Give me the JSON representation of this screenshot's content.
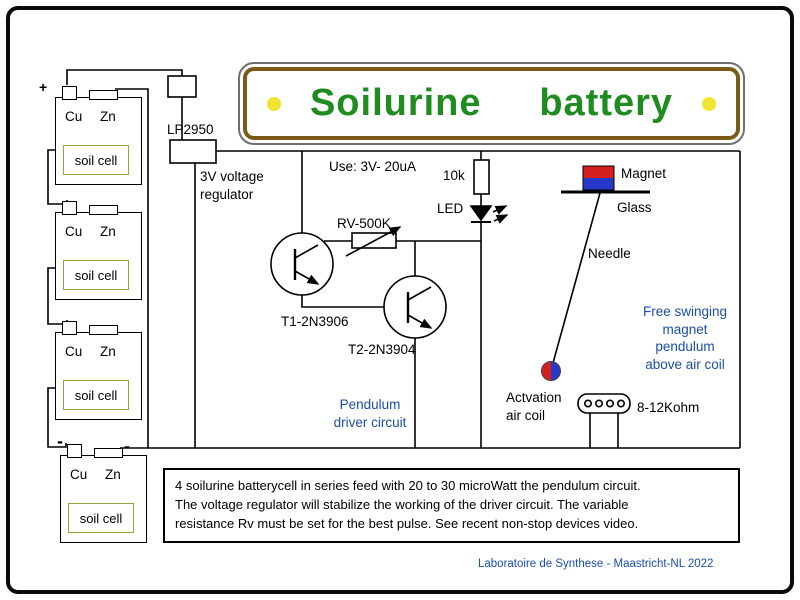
{
  "banner": {
    "title": "Soilurine     battery",
    "dot_icon": "yellow-dot"
  },
  "battery": {
    "plus": "+",
    "minus_left": "-",
    "minus_right": "-",
    "cells": [
      {
        "cu": "Cu",
        "zn": "Zn",
        "label": "soil cell"
      },
      {
        "cu": "Cu",
        "zn": "Zn",
        "label": "soil cell"
      },
      {
        "cu": "Cu",
        "zn": "Zn",
        "label": "soil cell"
      },
      {
        "cu": "Cu",
        "zn": "Zn",
        "label": "soil cell"
      }
    ]
  },
  "regulator": {
    "chip": "LP2950",
    "caption_line1": "3V voltage",
    "caption_line2": "regulator"
  },
  "driver": {
    "use": "Use: 3V- 20uA",
    "r10k": "10k",
    "led": "LED",
    "rv": "RV-500K",
    "t1": "T1-2N3906",
    "t2": "T2-2N3904",
    "caption_line1": "Pendulum",
    "caption_line2": "driver circuit"
  },
  "pendulum": {
    "magnet": "Magnet",
    "glass": "Glass",
    "needle": "Needle",
    "free_lines": [
      "Free swinging",
      "magnet",
      "pendulum",
      "above air coil"
    ],
    "coil_line1": "Actvation",
    "coil_line2": "air coil",
    "coil_value": "8-12Kohm"
  },
  "note": {
    "line1": "4 soilurine batterycell in series feed with 20 to 30 microWatt the pendulum circuit.",
    "line2": "The voltage regulator will stabilize the working of the driver circuit.  The variable",
    "line3": "resistance Rv must be set for the best pulse. See recent non-stop devices video."
  },
  "footer": {
    "credit": "Laboratoire de Synthese - Maastricht-NL 2022"
  },
  "colors": {
    "title_green": "#1f8c1f",
    "dot_yellow": "#f0e431",
    "banner_border_brown": "#7a5a16",
    "accent_blue": "#1a4fa8",
    "magnet_red": "#d42020",
    "magnet_blue": "#2838c8",
    "soilbox_green": "#93a83b"
  }
}
